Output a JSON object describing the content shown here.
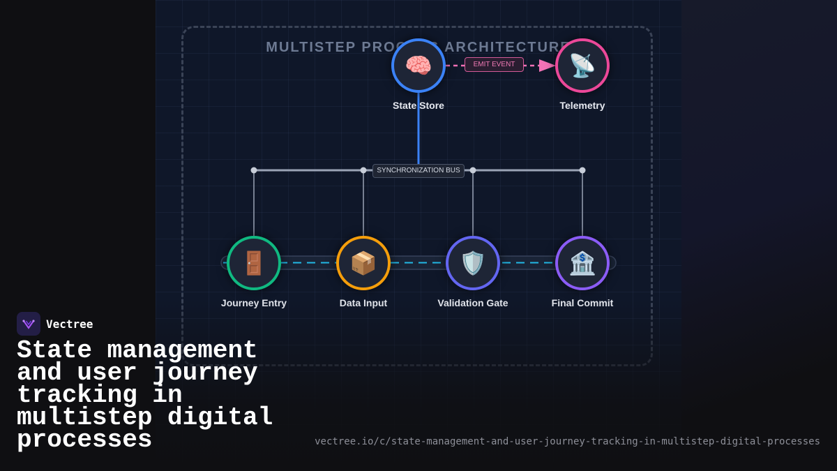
{
  "diagram": {
    "title": "MULTISTEP PROCESS ARCHITECTURE",
    "bus_label": "SYNCHRONIZATION BUS",
    "emit_label": "EMIT EVENT",
    "nodes": {
      "state_store": {
        "label": "State Store",
        "icon": "🧠",
        "icon_name": "brain-icon",
        "color": "#3b82f6"
      },
      "telemetry": {
        "label": "Telemetry",
        "icon": "📡",
        "icon_name": "satellite-dish-icon",
        "color": "#ec4899"
      },
      "journey_entry": {
        "label": "Journey Entry",
        "icon": "🚪",
        "icon_name": "door-icon",
        "color": "#10b981"
      },
      "data_input": {
        "label": "Data Input",
        "icon": "📦",
        "icon_name": "package-icon",
        "color": "#f59e0b"
      },
      "validation_gate": {
        "label": "Validation Gate",
        "icon": "🛡️",
        "icon_name": "shield-icon",
        "color": "#6366f1"
      },
      "final_commit": {
        "label": "Final Commit",
        "icon": "🏦",
        "icon_name": "bank-icon",
        "color": "#8b5cf6"
      }
    },
    "colors": {
      "bus": "#9aa3b5",
      "pipeline": "#22b8e6",
      "event": "#f472b6"
    }
  },
  "brand": {
    "name": "Vectree"
  },
  "headline": "State management and user journey tracking in multistep digital processes",
  "url": "vectree.io/c/state-management-and-user-journey-tracking-in-multistep-digital-processes"
}
